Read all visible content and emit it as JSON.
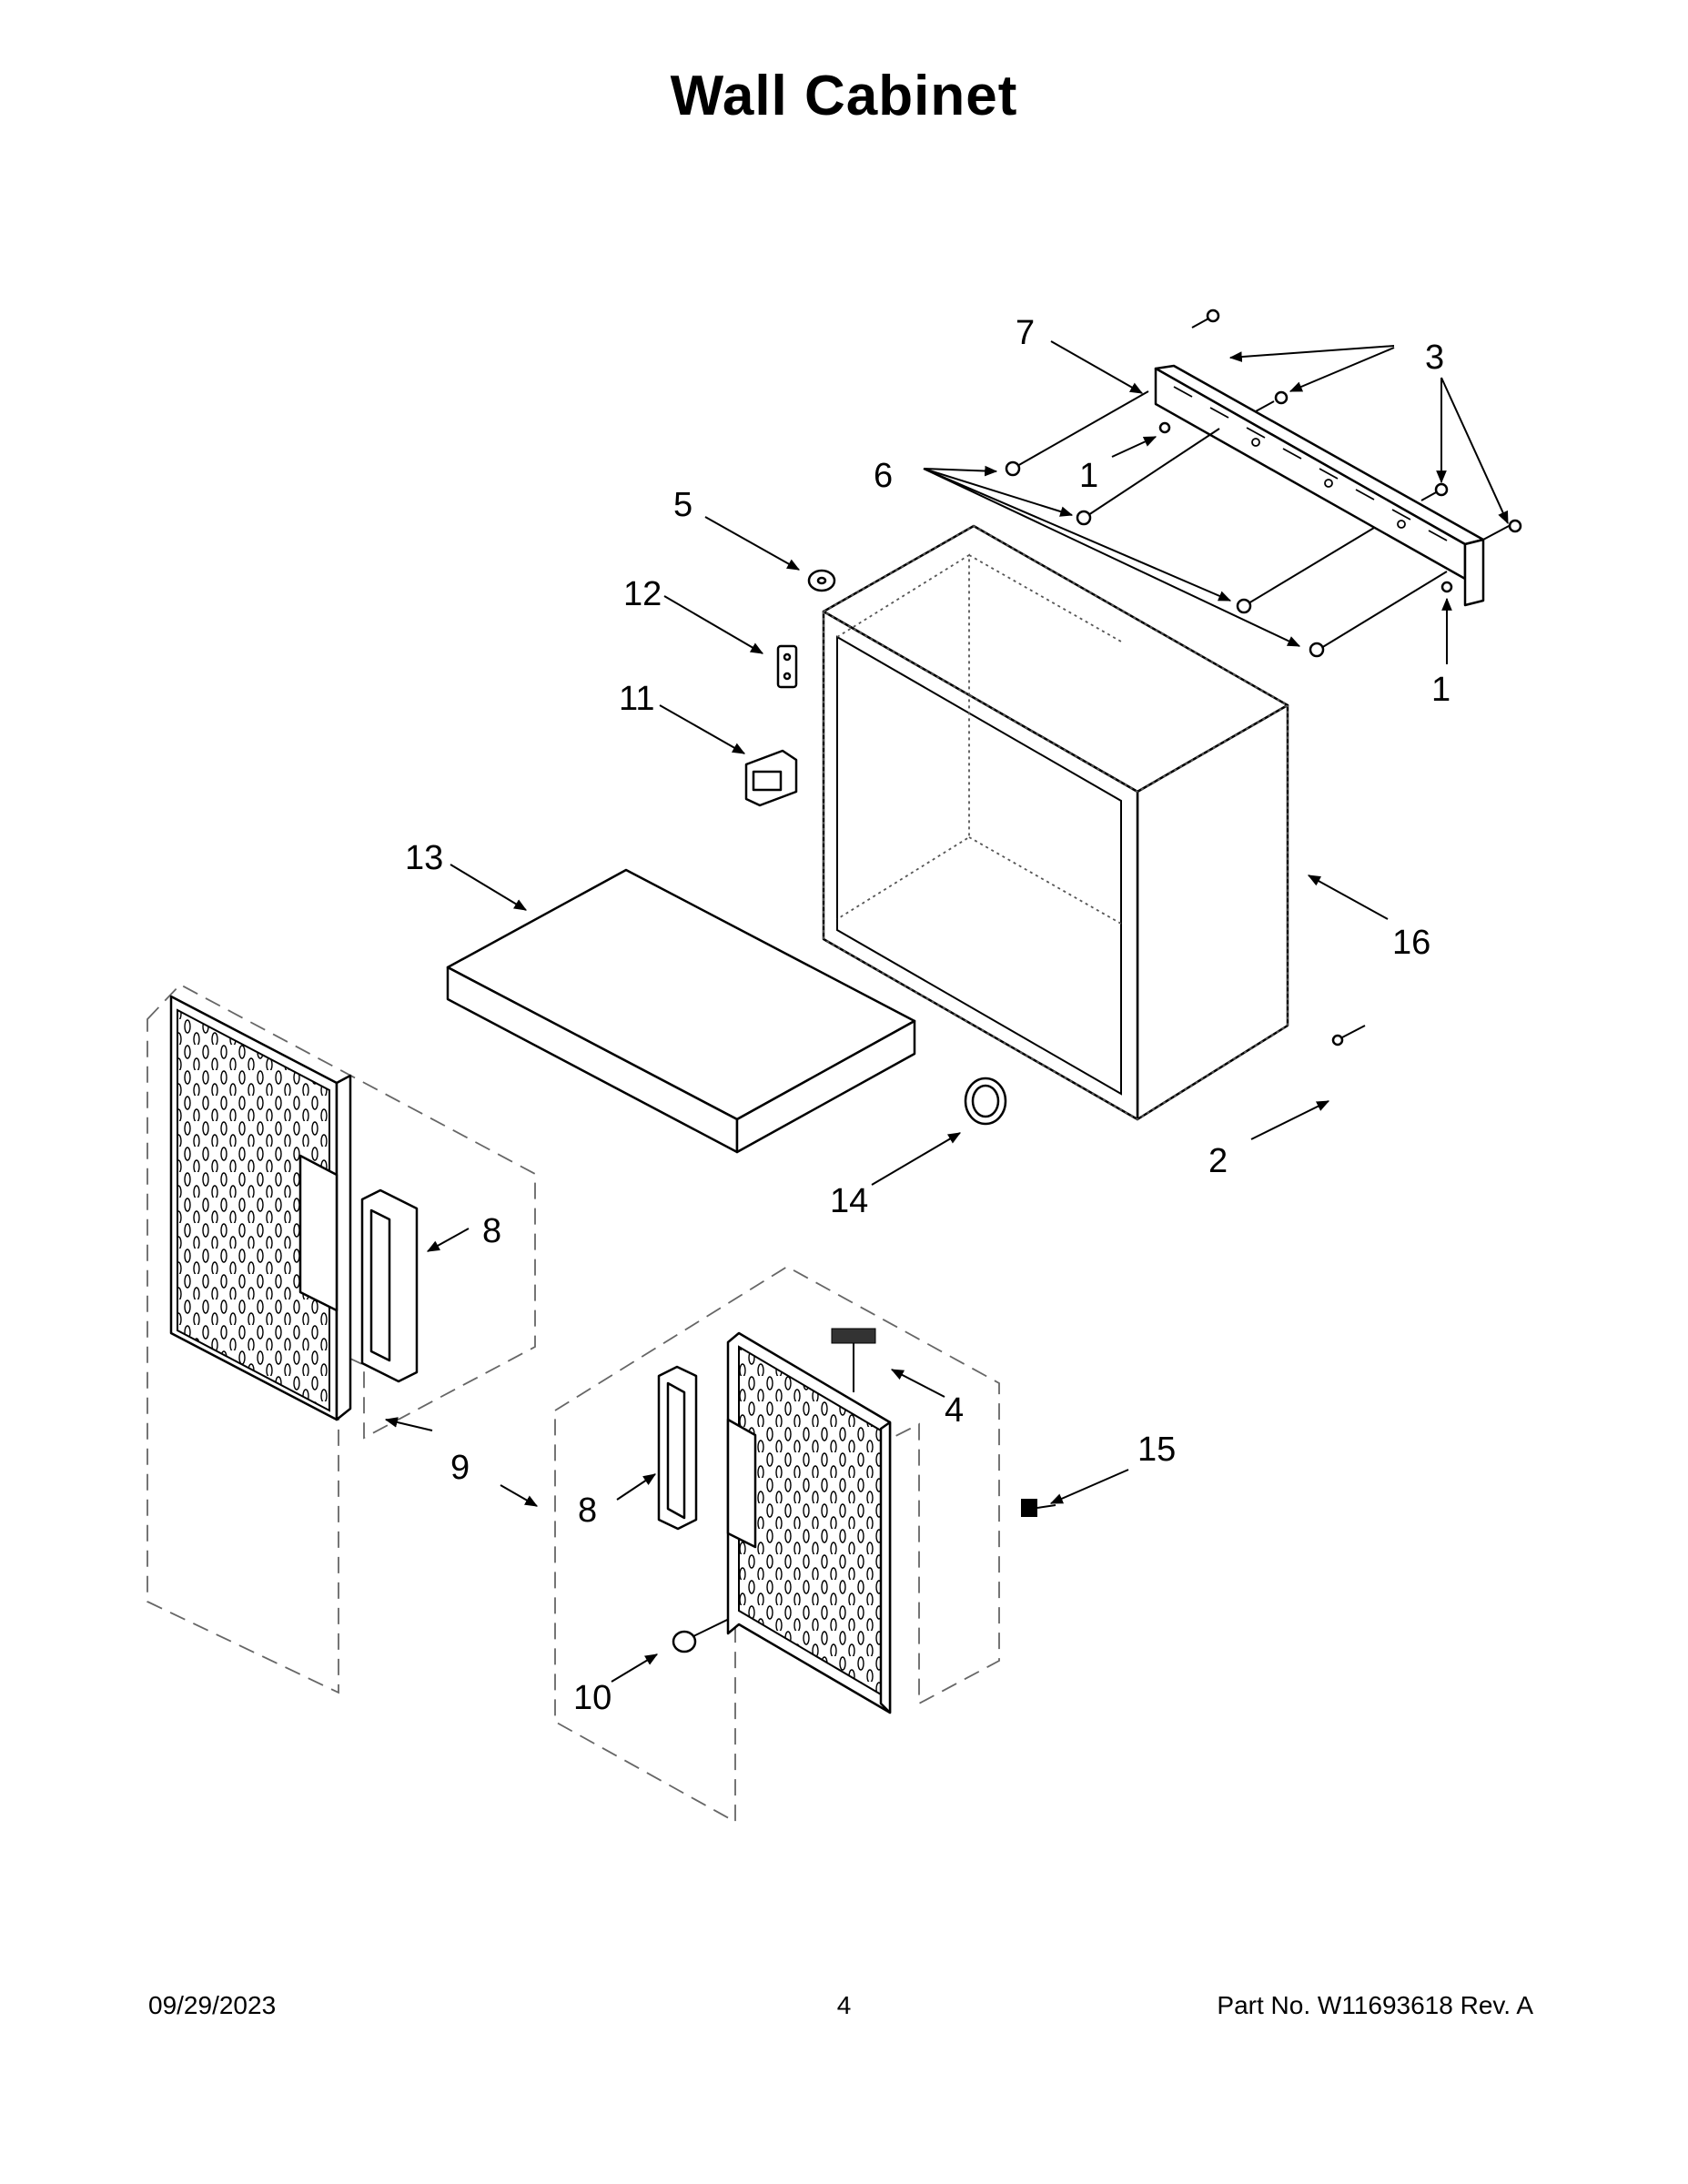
{
  "title": "Wall  Cabinet",
  "footer": {
    "date": "09/29/2023",
    "page": "4",
    "part": "Part No.  W11693618   Rev.  A"
  },
  "callouts": {
    "c7": "7",
    "c3": "3",
    "c6": "6",
    "c1a": "1",
    "c1b": "1",
    "c5": "5",
    "c12": "12",
    "c11": "11",
    "c13": "13",
    "c16": "16",
    "c2": "2",
    "c14": "14",
    "c8a": "8",
    "c8b": "8",
    "c9": "9",
    "c4": "4",
    "c15": "15",
    "c10": "10"
  }
}
